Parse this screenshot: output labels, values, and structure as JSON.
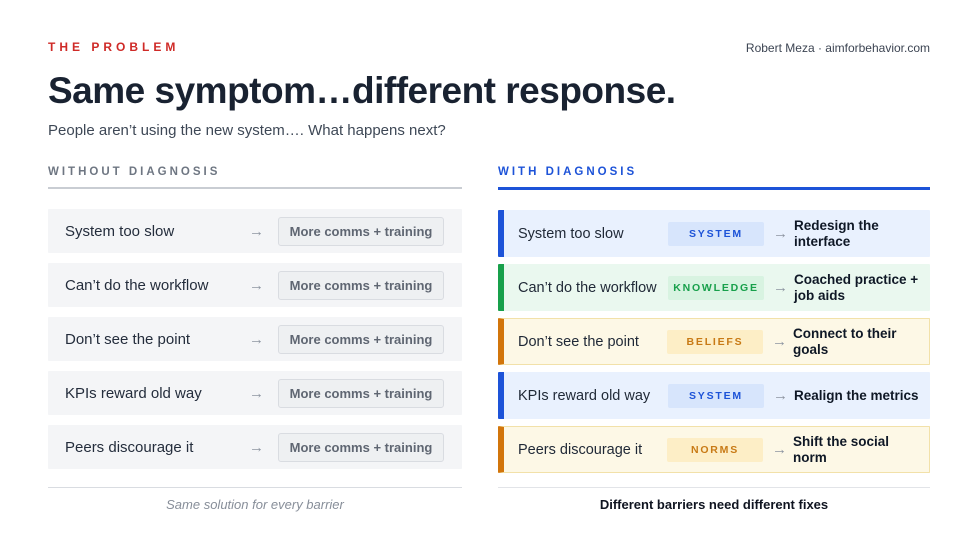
{
  "header": {
    "eyebrow": "THE PROBLEM",
    "attribution": "Robert Meza · aimforbehavior.com",
    "title": "Same symptom…different response.",
    "subtitle": "People aren’t using the new system…. What happens next?"
  },
  "colors": {
    "red": "#cf2a27",
    "blue": "#1d53d8",
    "blueRowBg": "#e9f1fe",
    "blueTagBg": "#d7e5fc",
    "green": "#18a04b",
    "greenRowBg": "#eaf8ef",
    "greenTagBg": "#d8f3e1",
    "amber": "#d2750b",
    "amberText": "#c87a15",
    "amberRowBg": "#fdf8e6",
    "amberTagBg": "#fdeec6",
    "amberBorder": "#f2e1a9"
  },
  "left": {
    "header": "WITHOUT DIAGNOSIS",
    "arrow": "→",
    "response": "More comms + training",
    "symptoms": [
      "System too slow",
      "Can’t do the workflow",
      "Don’t see the point",
      "KPIs reward old way",
      "Peers discourage it"
    ],
    "caption": "Same solution for every barrier"
  },
  "right": {
    "header": "WITH DIAGNOSIS",
    "arrow": "→",
    "rows": [
      {
        "symptom": "System too slow",
        "tag": "SYSTEM",
        "theme": "blue",
        "fix": "Redesign the interface"
      },
      {
        "symptom": "Can’t do the workflow",
        "tag": "KNOWLEDGE",
        "theme": "green",
        "fix": "Coached practice + job aids"
      },
      {
        "symptom": "Don’t see the point",
        "tag": "BELIEFS",
        "theme": "amber",
        "fix": "Connect to their goals"
      },
      {
        "symptom": "KPIs reward old way",
        "tag": "SYSTEM",
        "theme": "blue",
        "fix": "Realign the metrics"
      },
      {
        "symptom": "Peers discourage it",
        "tag": "NORMS",
        "theme": "amber",
        "fix": "Shift the social norm"
      }
    ],
    "caption": "Different barriers need different fixes"
  }
}
